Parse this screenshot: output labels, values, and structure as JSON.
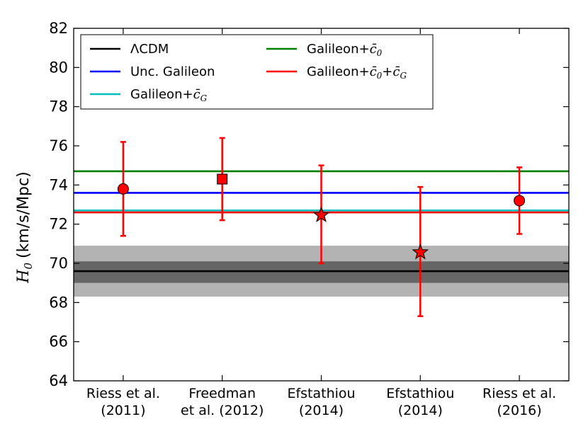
{
  "chart_data": {
    "type": "scatter",
    "ylabel_symbol": "H",
    "ylabel_subscript": "0",
    "ylabel_units": "(km/s/Mpc)",
    "xlabel": "",
    "ylim": [
      64,
      82
    ],
    "yticks": [
      64,
      66,
      68,
      70,
      72,
      74,
      76,
      78,
      80,
      82
    ],
    "grid": false,
    "legend_placement": "top-left",
    "categories": [
      {
        "line1": "Riess et al.",
        "line2": "(2011)"
      },
      {
        "line1": "Freedman",
        "line2": "et al. (2012)"
      },
      {
        "line1": "Efstathiou",
        "line2": "(2014)"
      },
      {
        "line1": "Efstathiou",
        "line2": "(2014)"
      },
      {
        "line1": "Riess et al.",
        "line2": "(2016)"
      }
    ],
    "measurements": [
      {
        "x": 0,
        "value": 73.8,
        "err_low": 2.4,
        "err_high": 2.4,
        "marker": "circle"
      },
      {
        "x": 1,
        "value": 74.3,
        "err_low": 2.1,
        "err_high": 2.1,
        "marker": "square"
      },
      {
        "x": 2,
        "value": 72.5,
        "err_low": 2.5,
        "err_high": 2.5,
        "marker": "star"
      },
      {
        "x": 3,
        "value": 70.6,
        "err_low": 3.3,
        "err_high": 3.3,
        "marker": "star"
      },
      {
        "x": 4,
        "value": 73.2,
        "err_low": 1.7,
        "err_high": 1.7,
        "marker": "circle"
      }
    ],
    "marker_color": "#ff0000",
    "bands": [
      {
        "low": 68.3,
        "high": 70.9,
        "color": "#b3b3b3"
      },
      {
        "low": 69.0,
        "high": 70.1,
        "color": "#666666"
      }
    ],
    "hlines": [
      {
        "name": "ΛCDM",
        "value": 69.6,
        "color": "#000000"
      },
      {
        "name": "Unc. Galileon",
        "value": 73.6,
        "color": "#0000ff"
      },
      {
        "name": "Galileon+c̄_G",
        "value": 72.7,
        "color": "#00bfbf"
      },
      {
        "name": "Galileon+c̄_0",
        "value": 74.7,
        "color": "#008000"
      },
      {
        "name": "Galileon+c̄_0+c̄_G",
        "value": 72.6,
        "color": "#ff0000"
      }
    ],
    "legend": [
      {
        "prefix": "ΛCDM",
        "color": "#000000"
      },
      {
        "prefix": "Unc. Galileon",
        "color": "#0000ff"
      },
      {
        "prefix": "Galileon+",
        "math": "c̄",
        "sub": "G",
        "color": "#00bfbf"
      },
      {
        "prefix": "Galileon+",
        "math": "c̄",
        "sub": "0",
        "color": "#008000"
      },
      {
        "prefix": "Galileon+",
        "math": "c̄",
        "sub": "0",
        "plus": "+",
        "math2": "c̄",
        "sub2": "G",
        "color": "#ff0000"
      }
    ]
  }
}
